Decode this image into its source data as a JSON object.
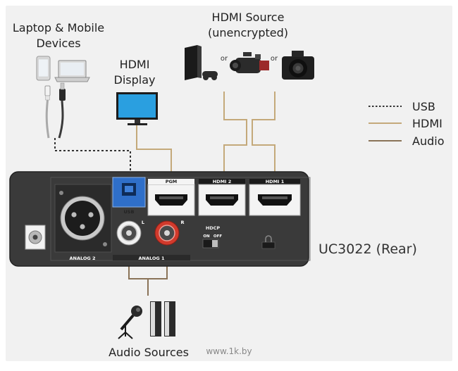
{
  "labels": {
    "laptop_mobile": [
      "Laptop & Mobile",
      "Devices"
    ],
    "hdmi_display": [
      "HDMI",
      "Display"
    ],
    "hdmi_source": [
      "HDMI Source",
      "(unencrypted)"
    ],
    "or": "or",
    "audio_sources": "Audio Sources",
    "model": "UC3022 (Rear)",
    "watermark": "www.1k.by"
  },
  "legend": [
    {
      "label": "USB",
      "color": "#333333",
      "style": "dotted"
    },
    {
      "label": "HDMI",
      "color": "#c4a97a",
      "style": "solid"
    },
    {
      "label": "Audio",
      "color": "#8a7358",
      "style": "solid"
    }
  ],
  "ports": {
    "analog2": "ANALOG 2",
    "analog1": "ANALOG 1",
    "usb": "USB",
    "pgm": "PGM",
    "hdmi2": "HDMI 2",
    "hdmi1": "HDMI 1",
    "hdcp": "HDCP",
    "on": "ON",
    "off": "OFF",
    "left": "L",
    "right": "R"
  },
  "colors": {
    "usb_line": "#333333",
    "hdmi_line": "#c4a97a",
    "audio_line": "#8a7358",
    "device_body": "#3a3a3a",
    "usb_port": "#2f6fc9"
  },
  "icons": [
    "smartphone-icon",
    "laptop-icon",
    "monitor-icon",
    "game-console-icon",
    "camcorder-icon",
    "dslr-camera-icon",
    "microphone-icon",
    "speaker-icon",
    "lock-icon"
  ]
}
